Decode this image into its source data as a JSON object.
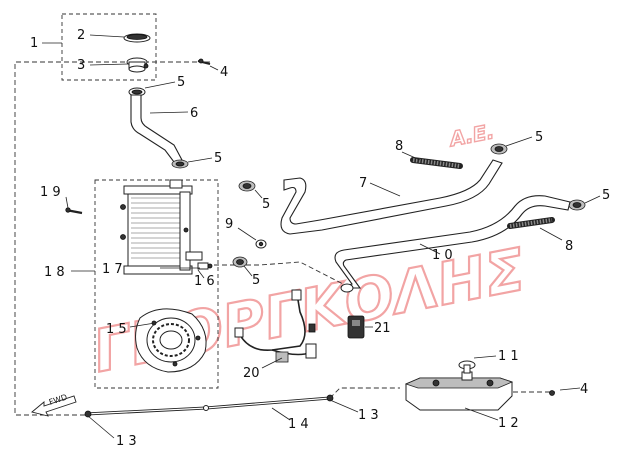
{
  "watermark": {
    "main": "ΓΚΟΡΓΚΟΛΗΣ",
    "suffix": "Α.Ε."
  },
  "direction_label": "FWD",
  "callouts": [
    {
      "id": "c1",
      "text": "1"
    },
    {
      "id": "c2",
      "text": "2"
    },
    {
      "id": "c3",
      "text": "3"
    },
    {
      "id": "c4a",
      "text": "4"
    },
    {
      "id": "c4b",
      "text": "4"
    },
    {
      "id": "c5a",
      "text": "5"
    },
    {
      "id": "c5b",
      "text": "5"
    },
    {
      "id": "c5c",
      "text": "5"
    },
    {
      "id": "c5d",
      "text": "5"
    },
    {
      "id": "c5e",
      "text": "5"
    },
    {
      "id": "c5f",
      "text": "5"
    },
    {
      "id": "c6",
      "text": "6"
    },
    {
      "id": "c7",
      "text": "7"
    },
    {
      "id": "c8a",
      "text": "8"
    },
    {
      "id": "c8b",
      "text": "8"
    },
    {
      "id": "c9",
      "text": "9"
    },
    {
      "id": "c10",
      "text": "1 0"
    },
    {
      "id": "c11",
      "text": "1 1"
    },
    {
      "id": "c12",
      "text": "1 2"
    },
    {
      "id": "c13a",
      "text": "1 3"
    },
    {
      "id": "c13b",
      "text": "1 3"
    },
    {
      "id": "c14",
      "text": "1 4"
    },
    {
      "id": "c15",
      "text": "1 5"
    },
    {
      "id": "c16",
      "text": "1 6"
    },
    {
      "id": "c17",
      "text": "1 7"
    },
    {
      "id": "c18",
      "text": "1 8"
    },
    {
      "id": "c19",
      "text": "1 9"
    },
    {
      "id": "c20",
      "text": "20"
    },
    {
      "id": "c21",
      "text": "21"
    }
  ]
}
